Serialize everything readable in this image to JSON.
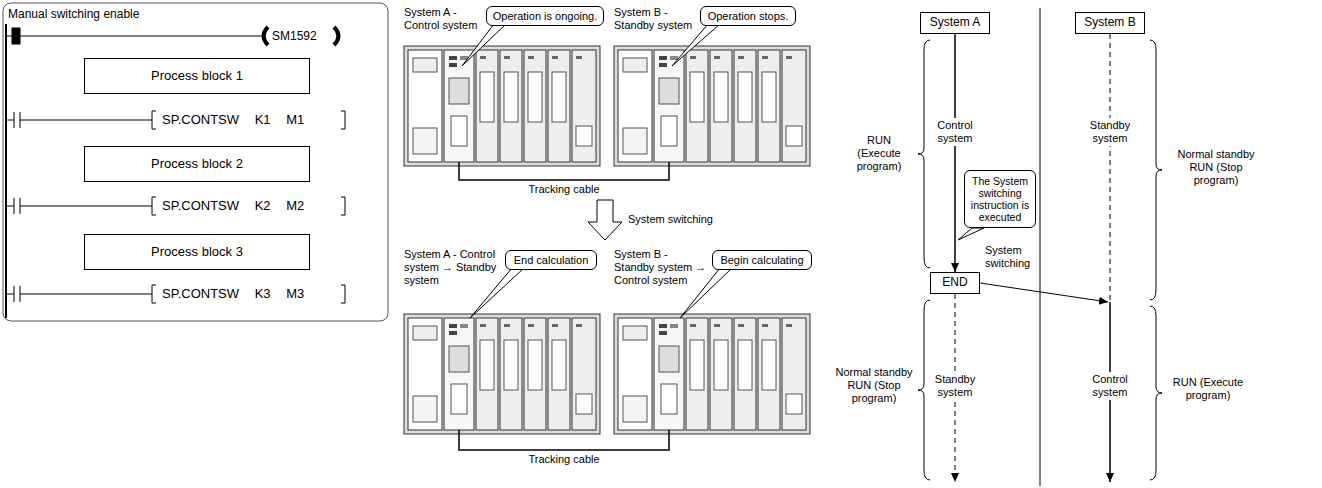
{
  "diagram": {
    "nodes": [
      {
        "text": [
          "Process block 1"
        ]
      },
      {
        "text": [
          "Process block 2"
        ]
      },
      {
        "text": [
          "Process block 3"
        ]
      },
      {
        "text": [
          "Operation is ongoing."
        ]
      },
      {
        "text": [
          "Operation stops."
        ]
      },
      {
        "text": [
          "End calculation"
        ]
      },
      {
        "text": [
          "Begin calculating"
        ]
      },
      {
        "text": [
          "System A"
        ]
      },
      {
        "text": [
          "System B"
        ]
      },
      {
        "text": [
          "The System switching instruction is executed"
        ]
      },
      {
        "text": [
          "END"
        ]
      }
    ],
    "edges": [
      {
        "from": 7,
        "to": 10,
        "arrow": "to"
      }
    ],
    "labels": [
      "Manual switching enable",
      "SM1592",
      "SP.CONTSW K1 M1",
      "SP.CONTSW K2 M2",
      "SP.CONTSW K3 M3",
      "System A - Control system",
      "System B - Standby system",
      "Tracking cable",
      "System switching",
      "System A - Control system → Standby system",
      "System B - Standby system → Control system",
      "Tracking cable",
      "RUN (Execute program)",
      "Control system",
      "Standby system",
      "Normal standby RUN (Stop program)",
      "System switching",
      "Normal standby RUN (Stop program)",
      "Standby system",
      "Control system",
      "RUN (Execute program)"
    ]
  }
}
